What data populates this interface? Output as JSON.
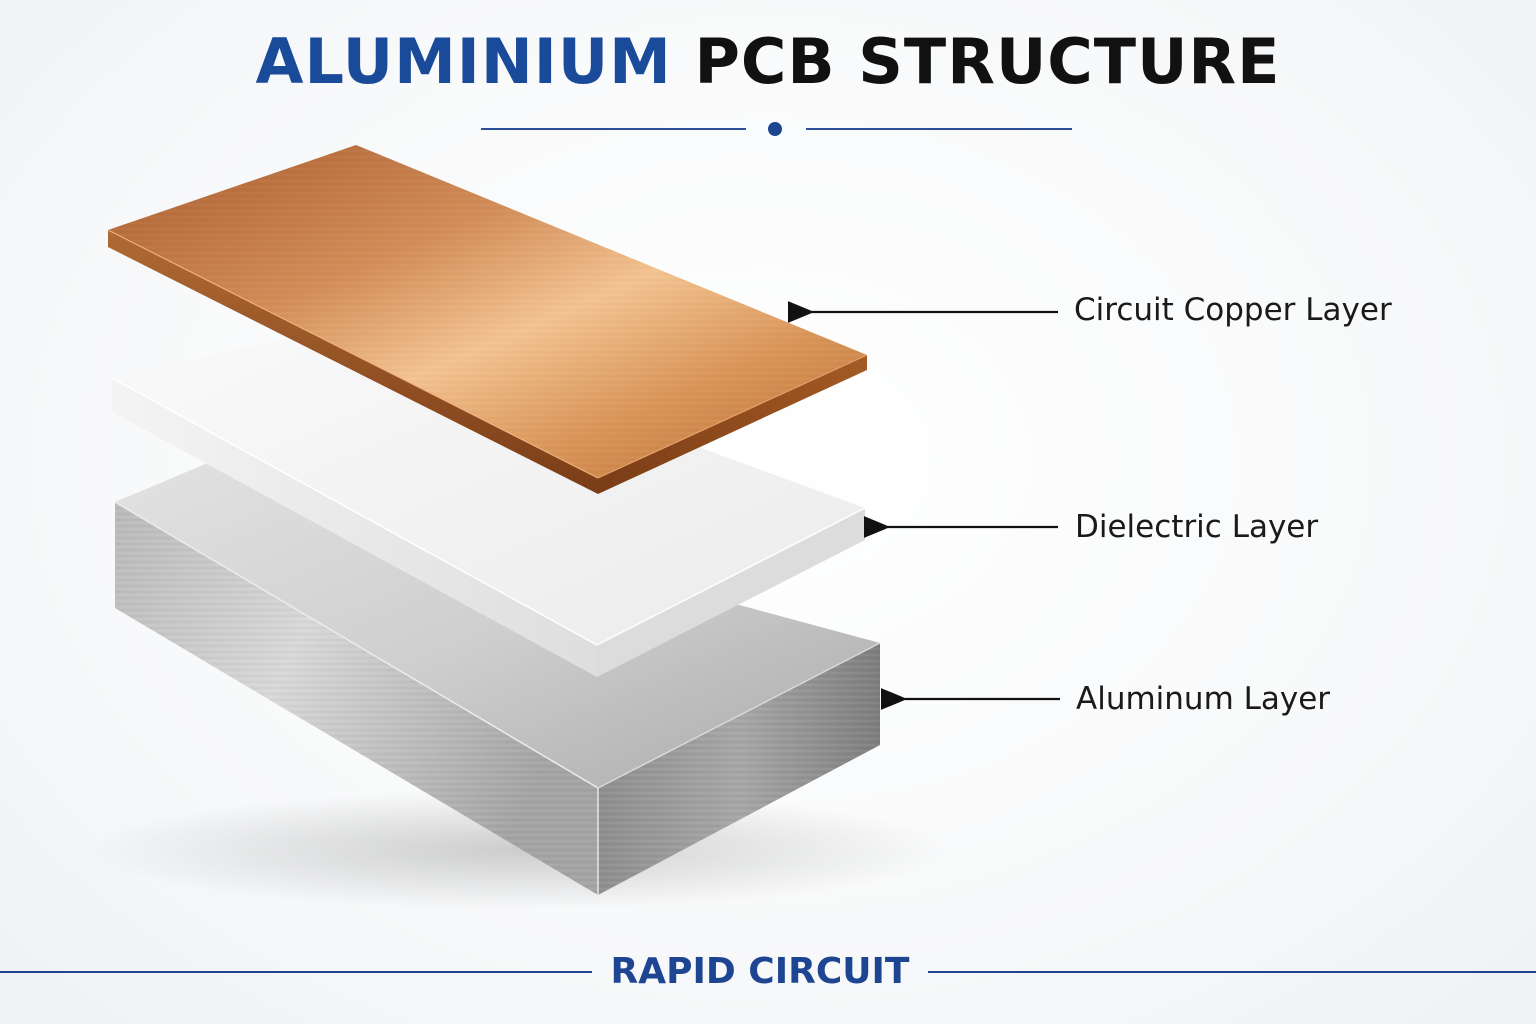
{
  "header": {
    "title_accent": "ALUMINIUM",
    "title_main": "PCB STRUCTURE"
  },
  "layers": [
    {
      "label": "Circuit Copper Layer",
      "material": "copper"
    },
    {
      "label": "Dielectric Layer",
      "material": "dielectric"
    },
    {
      "label": "Aluminum Layer",
      "material": "aluminum"
    }
  ],
  "footer": {
    "brand": "RAPID CIRCUIT"
  },
  "colors": {
    "accent": "#1e4592",
    "copper": "#c98a55",
    "dielectric": "#f3f3f3",
    "aluminum": "#b8b8b8"
  }
}
